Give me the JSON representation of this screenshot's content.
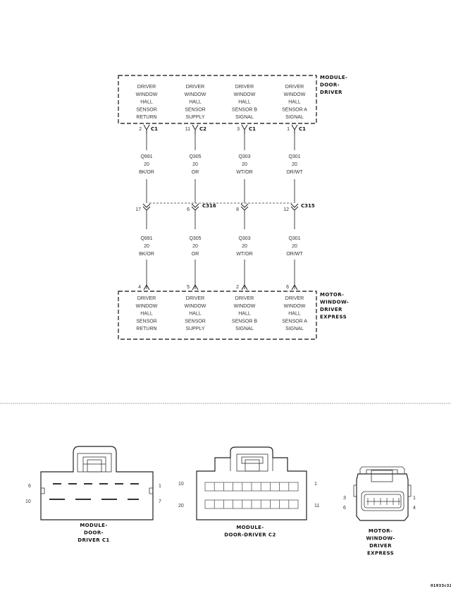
{
  "modules": {
    "top": {
      "name": "MODULE-\nDOOR-\nDRIVER",
      "pins": [
        "DRIVER\nWINDOW\nHALL\nSENSOR\nRETURN",
        "DRIVER\nWINDOW\nHALL\nSENSOR\nSUPPLY",
        "DRIVER\nWINDOW\nHALL\nSENSOR B\nSIGNAL",
        "DRIVER\nWINDOW\nHALL\nSENSOR A\nSIGNAL"
      ]
    },
    "bottom": {
      "name": "MOTOR-\nWINDOW-\nDRIVER\nEXPRESS",
      "pins": [
        "DRIVER\nWINDOW\nHALL\nSENSOR\nRETURN",
        "DRIVER\nWINDOW\nHALL\nSENSOR\nSUPPLY",
        "DRIVER\nWINDOW\nHALL\nSENSOR B\nSIGNAL",
        "DRIVER\nWINDOW\nHALL\nSENSOR A\nSIGNAL"
      ]
    }
  },
  "top_terminals": [
    {
      "pin": "2",
      "conn": "C1"
    },
    {
      "pin": "11",
      "conn": "C2"
    },
    {
      "pin": "3",
      "conn": "C1"
    },
    {
      "pin": "1",
      "conn": "C1"
    }
  ],
  "upper_wires": [
    "Q991\n20\nBK/OR",
    "Q305\n20\nOR",
    "Q303\n20\nWT/OR",
    "Q301\n20\nOR/WT"
  ],
  "inline_pins": [
    "17",
    "6",
    "8",
    "12"
  ],
  "inline_connectors": [
    "C316",
    "C315"
  ],
  "lower_wires": [
    "Q991\n20\nBK/OR",
    "Q305\n20\nOR",
    "Q303\n20\nWT/OR",
    "Q301\n20\nOR/WT"
  ],
  "bottom_pins": [
    "4",
    "5",
    "2",
    "6"
  ],
  "connector_views": {
    "c1": {
      "title": "MODULE-\nDOOR-\nDRIVER C1",
      "pin_numbers": {
        "top_left": "6",
        "top_right": "1",
        "bottom_left": "10",
        "bottom_right": "7"
      }
    },
    "c2": {
      "title": "MODULE-\nDOOR-DRIVER C2",
      "pin_numbers": {
        "top_left": "10",
        "top_right": "1",
        "bottom_left": "20",
        "bottom_right": "11"
      }
    },
    "motor": {
      "title": "MOTOR-\nWINDOW-\nDRIVER\nEXPRESS",
      "pin_numbers": {
        "top_left": "3",
        "top_right": "1",
        "bottom_left": "6",
        "bottom_right": "4"
      }
    }
  },
  "figure_id": "01933c32"
}
